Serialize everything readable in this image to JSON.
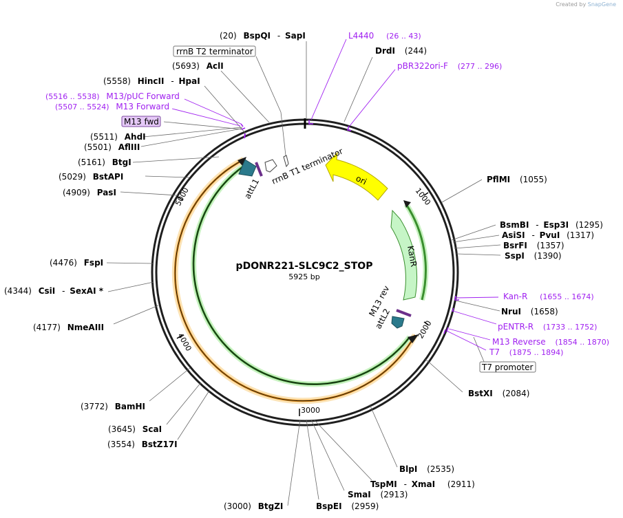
{
  "credit": {
    "prefix": "Created by",
    "brand": "SnapGene"
  },
  "plasmid": {
    "name": "pDONR221-SLC9C2_STOP",
    "length_label": "5925 bp"
  },
  "ticks": [
    "1000",
    "2000",
    "3000",
    "4000",
    "5000"
  ],
  "enzymes": [
    {
      "id": "bspqi",
      "pos": "(20)",
      "name": "BspQI",
      "sep": "-",
      "name2": "SapI"
    },
    {
      "id": "drdi",
      "pos": "(244)",
      "name": "DrdI"
    },
    {
      "id": "acli",
      "pos": "(5693)",
      "name": "AclI"
    },
    {
      "id": "hincii",
      "pos": "(5558)",
      "name": "HincII",
      "sep": "-",
      "name2": "HpaI"
    },
    {
      "id": "ahdi",
      "pos": "(5511)",
      "name": "AhdI"
    },
    {
      "id": "afliii",
      "pos": "(5501)",
      "name": "AflIII"
    },
    {
      "id": "btgi",
      "pos": "(5161)",
      "name": "BtgI"
    },
    {
      "id": "bstapi",
      "pos": "(5029)",
      "name": "BstAPI"
    },
    {
      "id": "pasi",
      "pos": "(4909)",
      "name": "PasI"
    },
    {
      "id": "pflmi",
      "pos": "(1055)",
      "name": "PflMI"
    },
    {
      "id": "bsmbi",
      "pos": "(1295)",
      "name": "BsmBI",
      "sep": "-",
      "name2": "Esp3I"
    },
    {
      "id": "asisi",
      "pos": "(1317)",
      "name": "AsiSI",
      "sep": "-",
      "name2": "PvuI"
    },
    {
      "id": "bsrfi",
      "pos": "(1357)",
      "name": "BsrFI"
    },
    {
      "id": "sspi",
      "pos": "(1390)",
      "name": "SspI"
    },
    {
      "id": "fspi",
      "pos": "(4476)",
      "name": "FspI"
    },
    {
      "id": "csii",
      "pos": "(4344)",
      "name": "CsiI",
      "sep": "-",
      "name2": "SexAI *"
    },
    {
      "id": "nmeaiii",
      "pos": "(4177)",
      "name": "NmeAIII"
    },
    {
      "id": "nrui",
      "pos": "(1658)",
      "name": "NruI"
    },
    {
      "id": "bstxi",
      "pos": "(2084)",
      "name": "BstXI"
    },
    {
      "id": "bamhi",
      "pos": "(3772)",
      "name": "BamHI"
    },
    {
      "id": "scai",
      "pos": "(3645)",
      "name": "ScaI"
    },
    {
      "id": "bstz17i",
      "pos": "(3554)",
      "name": "BstZ17I"
    },
    {
      "id": "blpi",
      "pos": "(2535)",
      "name": "BlpI"
    },
    {
      "id": "tspmi",
      "pos": "(2911)",
      "name": "TspMI",
      "sep": "-",
      "name2": "XmaI"
    },
    {
      "id": "smai",
      "pos": "(2913)",
      "name": "SmaI"
    },
    {
      "id": "btgzi",
      "pos": "(3000)",
      "name": "BtgZI"
    },
    {
      "id": "bspei",
      "pos": "(2959)",
      "name": "BspEI"
    }
  ],
  "primers": [
    {
      "id": "l4440",
      "name": "L4440",
      "range": "(26 .. 43)"
    },
    {
      "id": "pbr322ori",
      "name": "pBR322ori-F",
      "range": "(277 .. 296)"
    },
    {
      "id": "m13puc",
      "name": "M13/pUC Forward",
      "range": "(5516 .. 5538)"
    },
    {
      "id": "m13fwd_long",
      "name": "M13 Forward",
      "range": "(5507 .. 5524)"
    },
    {
      "id": "kanr_primer",
      "name": "Kan-R",
      "range": "(1655 .. 1674)"
    },
    {
      "id": "pentr",
      "name": "pENTR-R",
      "range": "(1733 .. 1752)"
    },
    {
      "id": "m13rev_primer",
      "name": "M13 Reverse",
      "range": "(1854 .. 1870)"
    },
    {
      "id": "t7_primer",
      "name": "T7",
      "range": "(1875 .. 1894)"
    }
  ],
  "boxed": {
    "rrnb_t2": "rrnB T2 terminator",
    "m13_fwd": "M13 fwd",
    "t7_promoter": "T7 promoter"
  },
  "features": {
    "attl1": "attL1",
    "rrnb_t1": "rrnB T1 terminator",
    "ori": "ori",
    "kanr": "KanR",
    "m13_rev": "M13 rev",
    "attl2": "attL2"
  },
  "colors": {
    "ori": "#ffff00",
    "kanr": "#c6f5c6",
    "att": "#2b7a8c",
    "primer": "#a020f0",
    "ccdb_outer": "#f5a623",
    "cds_inner": "#39a639"
  }
}
